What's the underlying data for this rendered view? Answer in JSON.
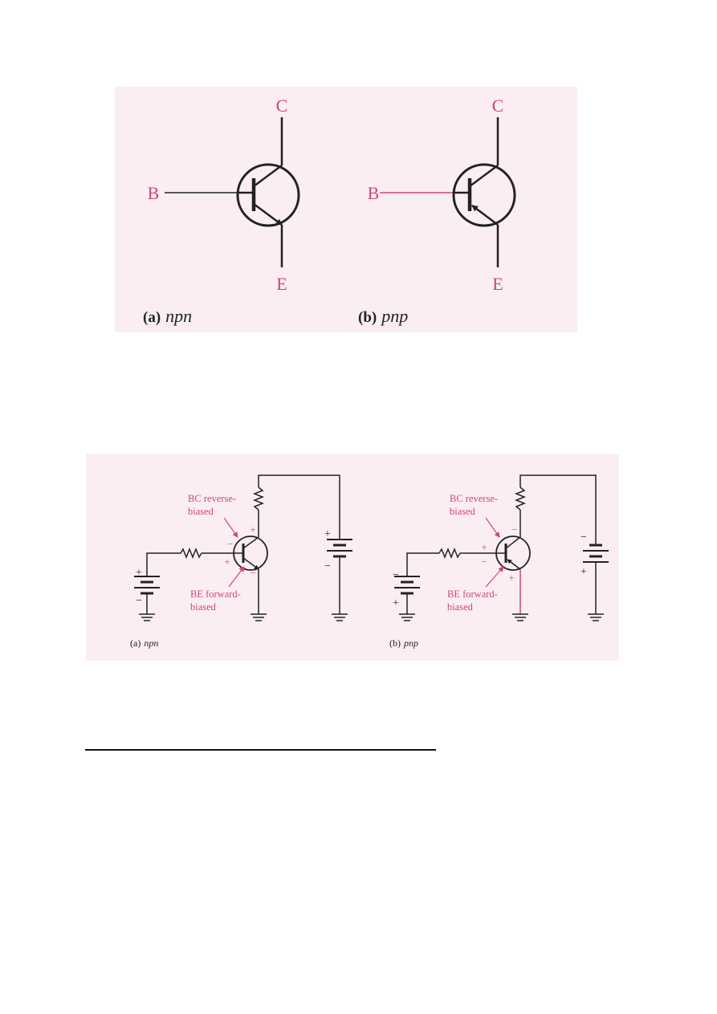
{
  "figure1": {
    "npn": {
      "collector_label": "C",
      "base_label": "B",
      "emitter_label": "E",
      "caption_prefix": "(a)",
      "caption_type": "npn"
    },
    "pnp": {
      "collector_label": "C",
      "base_label": "B",
      "emitter_label": "E",
      "caption_prefix": "(b)",
      "caption_type": "pnp"
    }
  },
  "figure2": {
    "npn": {
      "bc_note_line1": "BC reverse-",
      "bc_note_line2": "biased",
      "be_note_line1": "BE forward-",
      "be_note_line2": "biased",
      "bc_sign_base": "−",
      "bc_sign_collector": "+",
      "be_sign_base": "+",
      "be_sign_emitter": "−",
      "vbb_top": "+",
      "vbb_bottom": "−",
      "vcc_top": "+",
      "vcc_bottom": "−",
      "caption_prefix": "(a)",
      "caption_type": "npn"
    },
    "pnp": {
      "bc_note_line1": "BC reverse-",
      "bc_note_line2": "biased",
      "be_note_line1": "BE forward-",
      "be_note_line2": "biased",
      "bc_sign_base": "+",
      "bc_sign_collector": "−",
      "be_sign_base": "−",
      "be_sign_emitter": "+",
      "vbb_top": "−",
      "vbb_bottom": "+",
      "vcc_top": "−",
      "vcc_bottom": "+",
      "caption_prefix": "(b)",
      "caption_type": "pnp"
    }
  },
  "colors": {
    "accent": "#d0457d",
    "panel_bg": "#fbeef0",
    "ink": "#222222"
  }
}
